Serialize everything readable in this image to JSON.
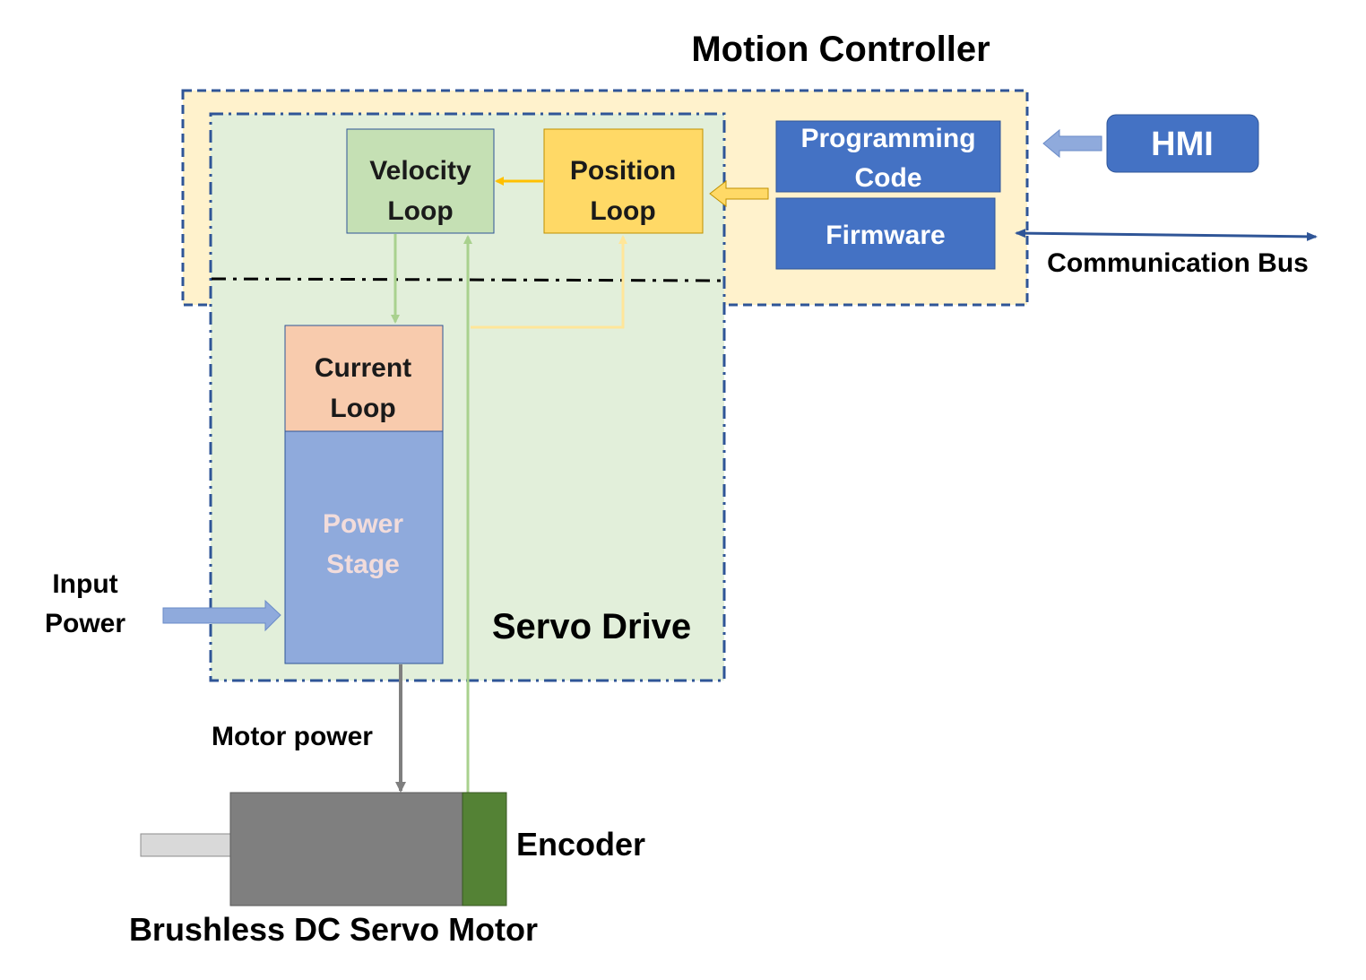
{
  "motion_controller": {
    "title": "Motion Controller",
    "fill_color": "#FFF2CC",
    "border_color": "#2F5597"
  },
  "servo_drive": {
    "title": "Servo Drive",
    "fill_color": "#E2EFDA"
  },
  "velocity_loop": {
    "line1": "Velocity",
    "line2": "Loop",
    "fill_color": "#C5E0B4"
  },
  "position_loop": {
    "line1": "Position",
    "line2": "Loop",
    "fill_color": "#FFD966"
  },
  "programming_code": {
    "line1": "Programming",
    "line2": "Code",
    "fill_color": "#4472C4"
  },
  "firmware": {
    "label": "Firmware",
    "fill_color": "#4472C4"
  },
  "hmi": {
    "label": "HMI",
    "fill_color": "#4472C4"
  },
  "communication_bus": {
    "label": "Communication Bus"
  },
  "current_loop": {
    "line1": "Current",
    "line2": "Loop",
    "fill_color": "#F8CBAD"
  },
  "power_stage": {
    "line1": "Power",
    "line2": "Stage",
    "fill_color": "#8FAADC",
    "text_color": "#F2DCDB"
  },
  "input_power": {
    "line1": "Input",
    "line2": "Power"
  },
  "motor_power": {
    "label": "Motor power"
  },
  "encoder": {
    "label": "Encoder",
    "fill_color": "#548235"
  },
  "motor": {
    "label": "Brushless DC Servo Motor",
    "body_color": "#7F7F7F",
    "shaft_color": "#D9D9D9"
  },
  "arrow_colors": {
    "yellow": "#FFC000",
    "green": "#A9D18E",
    "light_blue": "#8FAADC",
    "dark_blue": "#2F5597",
    "gray": "#7F7F7F"
  }
}
